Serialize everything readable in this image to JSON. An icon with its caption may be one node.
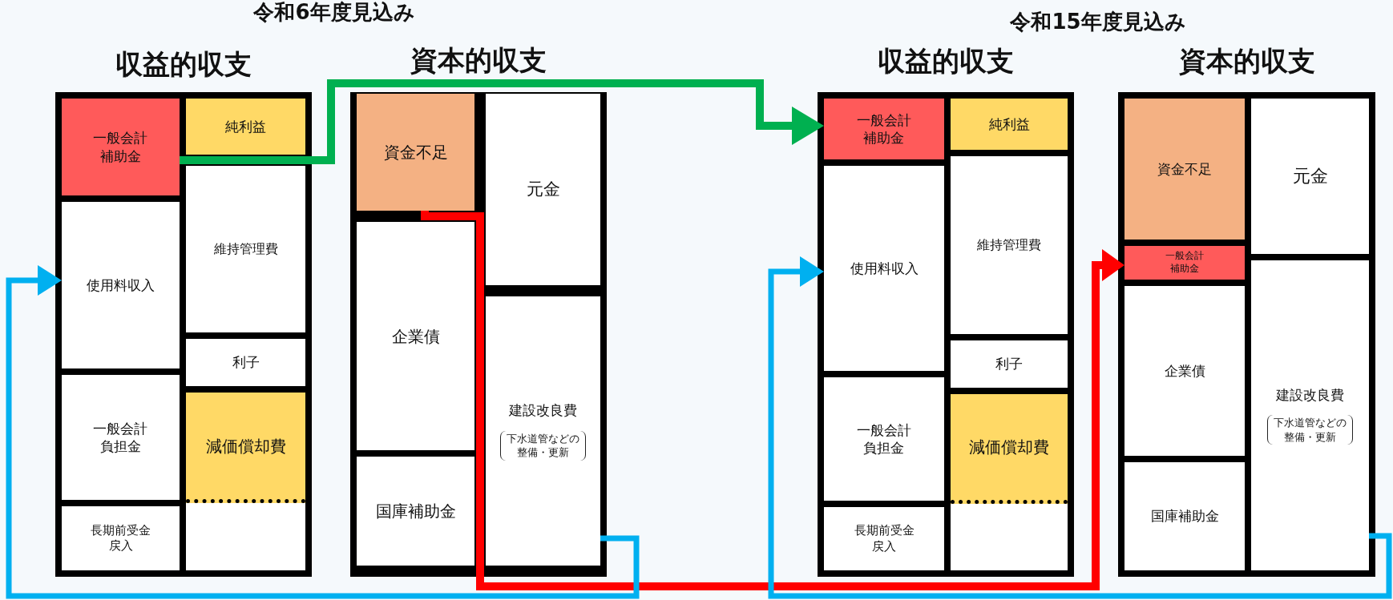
{
  "diagram": {
    "nodes": [
      {
        "text": [
          "収益的収支"
        ]
      },
      {
        "text": [
          "一般会計補助金"
        ],
        "in": 0
      },
      {
        "text": [
          "使用料収入"
        ],
        "in": 0
      },
      {
        "text": [
          "一般会計負担金"
        ],
        "in": 0
      },
      {
        "text": [
          "長期前受金戻入"
        ],
        "in": 0
      },
      {
        "text": [
          "純利益"
        ],
        "in": 0
      },
      {
        "text": [
          "維持管理費"
        ],
        "in": 0
      },
      {
        "text": [
          "利子"
        ],
        "in": 0
      },
      {
        "text": [
          "減価償却費"
        ],
        "in": 0
      },
      {
        "text": [],
        "shape": "box",
        "in": 0
      },
      {
        "text": [
          "資本的収支"
        ]
      },
      {
        "text": [
          "資金不足"
        ],
        "in": 10
      },
      {
        "text": [
          "企業債"
        ],
        "in": 10
      },
      {
        "text": [
          "国庫補助金"
        ],
        "in": 10
      },
      {
        "text": [
          "元金"
        ],
        "in": 10
      },
      {
        "text": [
          "建設改良費",
          "下水道管などの整備・更新"
        ],
        "in": 10
      },
      {
        "text": [
          "収益的収支"
        ]
      },
      {
        "text": [
          "一般会計補助金"
        ],
        "in": 16
      },
      {
        "text": [
          "使用料収入"
        ],
        "in": 16
      },
      {
        "text": [
          "一般会計負担金"
        ],
        "in": 16
      },
      {
        "text": [
          "長期前受金戻入"
        ],
        "in": 16
      },
      {
        "text": [
          "純利益"
        ],
        "in": 16
      },
      {
        "text": [
          "維持管理費"
        ],
        "in": 16
      },
      {
        "text": [
          "利子"
        ],
        "in": 16
      },
      {
        "text": [
          "減価償却費"
        ],
        "in": 16
      },
      {
        "text": [],
        "shape": "box",
        "in": 16
      },
      {
        "text": [
          "資本的収支"
        ]
      },
      {
        "text": [
          "資金不足"
        ],
        "in": 26
      },
      {
        "text": [
          "一般会計補助金"
        ],
        "in": 26
      },
      {
        "text": [
          "企業債"
        ],
        "in": 26
      },
      {
        "text": [
          "国庫補助金"
        ],
        "in": 26
      },
      {
        "text": [
          "元金"
        ],
        "in": 26
      },
      {
        "text": [
          "建設改良費",
          "下水道管などの整備・更新"
        ],
        "in": 26
      }
    ],
    "edges": [
      {
        "from": 1,
        "to": 17,
        "arrow": "to",
        "color": "#00b050"
      },
      {
        "from": 11,
        "to": 28,
        "arrow": "to",
        "color": "#ff0000"
      },
      {
        "from": 15,
        "to": 2,
        "arrow": "to",
        "color": "#00b0f0"
      },
      {
        "from": 32,
        "to": 18,
        "arrow": "to",
        "color": "#00b0f0"
      }
    ],
    "labels": [
      "令和6年度見込み",
      "令和15年度見込み"
    ]
  }
}
